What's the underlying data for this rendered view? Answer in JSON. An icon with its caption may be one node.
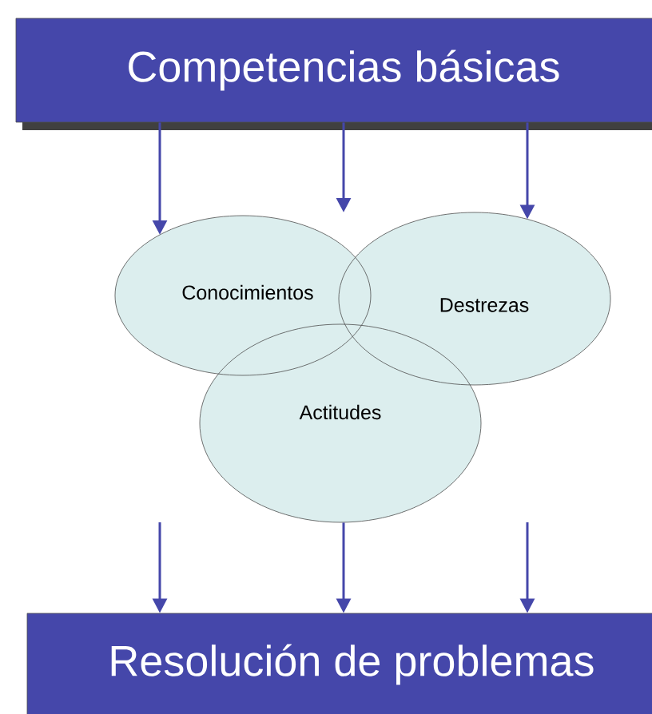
{
  "diagram": {
    "nodes": [
      {
        "text": [
          "Competencias básicas"
        ]
      },
      {
        "text": [
          "Conocimientos"
        ]
      },
      {
        "text": [
          "Destrezas"
        ]
      },
      {
        "text": [
          "Actitudes"
        ]
      },
      {
        "text": [
          "Resolución de problemas"
        ]
      }
    ],
    "edges": [
      {
        "from": 0,
        "to": 1,
        "arrow": "to"
      },
      {
        "from": 0,
        "to": null,
        "arrow": "to"
      },
      {
        "from": 0,
        "to": 2,
        "arrow": "to"
      },
      {
        "from": null,
        "to": 4,
        "arrow": "to"
      },
      {
        "from": 3,
        "to": 4,
        "arrow": "to"
      },
      {
        "from": null,
        "to": 4,
        "arrow": "to"
      }
    ]
  }
}
